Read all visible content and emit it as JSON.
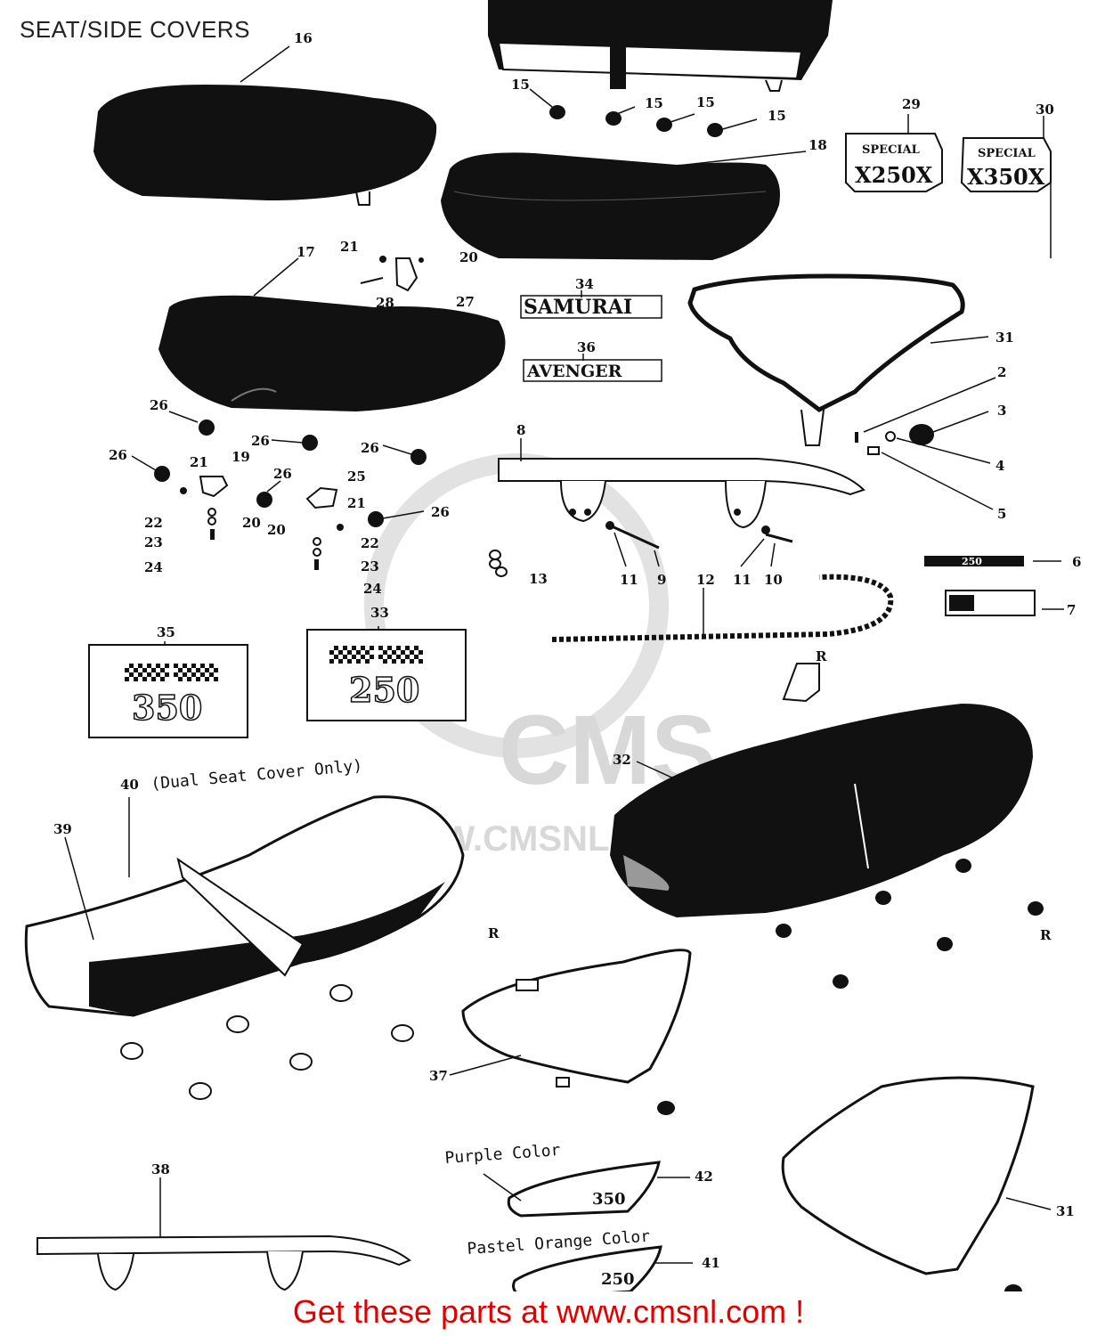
{
  "title": "SEAT/SIDE COVERS",
  "footer": "Get these parts at www.cmsnl.com !",
  "watermark": {
    "brand": "CMS",
    "url": "WWW.CMSNL.COM"
  },
  "emblems": {
    "samurai": "SAMURAI",
    "avenger": "AVENGER",
    "special": "SPECIAL",
    "x250": "X250X",
    "x350": "X350X",
    "n250": "250",
    "n350": "350",
    "side_250": "250",
    "side_350": "350"
  },
  "notes": {
    "dual_seat": "(Dual Seat Cover Only)",
    "purple": "Purple Color",
    "orange": "Pastel Orange Color"
  },
  "part_labels": {
    "p16": "16",
    "p15": "15",
    "p18": "18",
    "p29": "29",
    "p30": "30",
    "p17": "17",
    "p21": "21",
    "p20": "20",
    "p27": "27",
    "p28": "28",
    "p34": "34",
    "p36": "36",
    "p31": "31",
    "p2": "2",
    "p3": "3",
    "p4": "4",
    "p5": "5",
    "p8": "8",
    "p26": "26",
    "p19": "19",
    "p25": "25",
    "p22": "22",
    "p23": "23",
    "p24": "24",
    "p11": "11",
    "p9": "9",
    "p10": "10",
    "p12": "12",
    "p13": "13",
    "p6": "6",
    "p7": "7",
    "p35": "35",
    "p33": "33",
    "p32": "32",
    "p40": "40",
    "p39": "39",
    "p37": "37",
    "p38": "38",
    "p42": "42",
    "p41": "41",
    "pR": "R"
  },
  "colors": {
    "ink": "#111111",
    "footer": "#e00000",
    "watermark": "#d8d8d8"
  }
}
